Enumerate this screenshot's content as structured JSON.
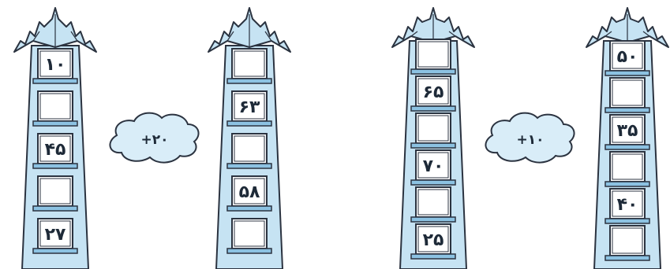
{
  "colors": {
    "building_fill": "#c6e3f3",
    "outline": "#2b3340",
    "window_fill": "#ffffff",
    "sill": "#8cc2e2",
    "cloud_fill": "#d9edf8"
  },
  "puzzles": [
    {
      "rule": "+۲۰",
      "left_building": [
        "۱۰",
        "",
        "۴۵",
        "",
        "۲۷"
      ],
      "right_building": [
        "",
        "۶۳",
        "",
        "۵۸",
        ""
      ]
    },
    {
      "rule": "+۱۰",
      "left_building": [
        "",
        "۶۵",
        "",
        "۷۰",
        "",
        "۲۵"
      ],
      "right_building": [
        "۵۰",
        "",
        "۳۵",
        "",
        "۴۰",
        ""
      ]
    }
  ]
}
